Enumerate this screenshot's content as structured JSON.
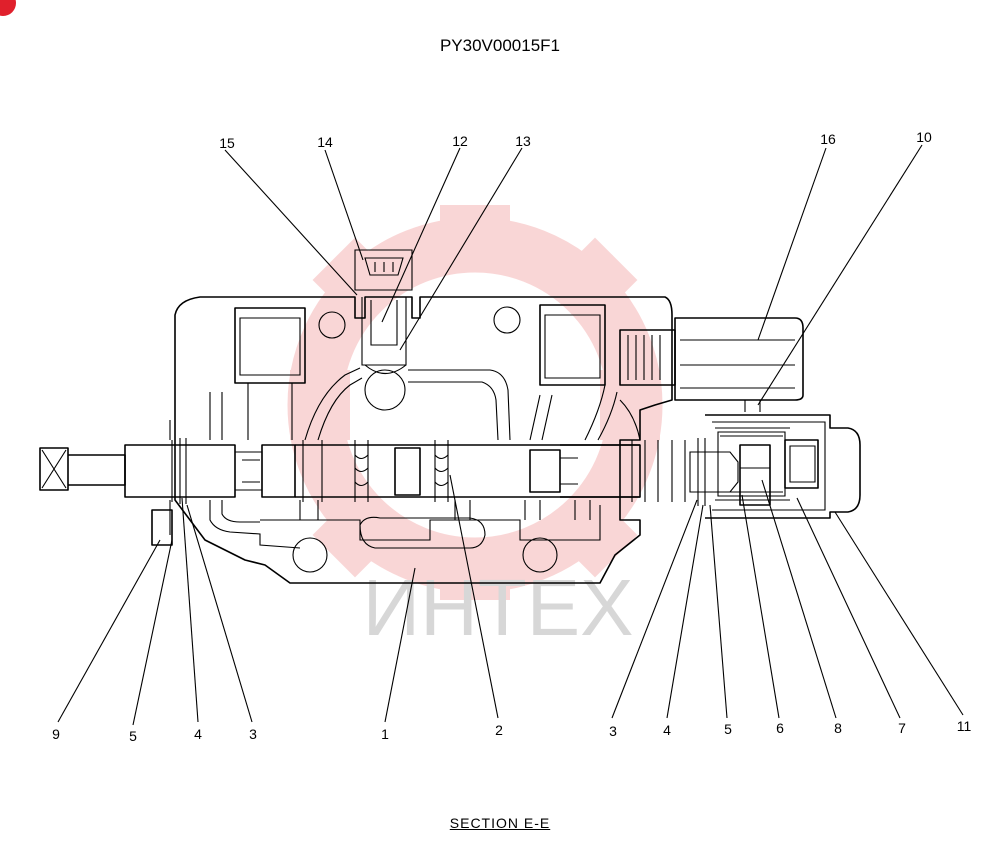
{
  "title": "PY30V00015F1",
  "caption": "SECTION E-E",
  "watermark": {
    "text": "ИНТЕХ",
    "color": "#f08c8c"
  },
  "callouts": {
    "top": [
      "15",
      "14",
      "12",
      "13",
      "16",
      "10"
    ],
    "bottom": [
      "9",
      "5",
      "4",
      "3",
      "1",
      "2",
      "3",
      "4",
      "5",
      "6",
      "8",
      "7",
      "11"
    ]
  }
}
